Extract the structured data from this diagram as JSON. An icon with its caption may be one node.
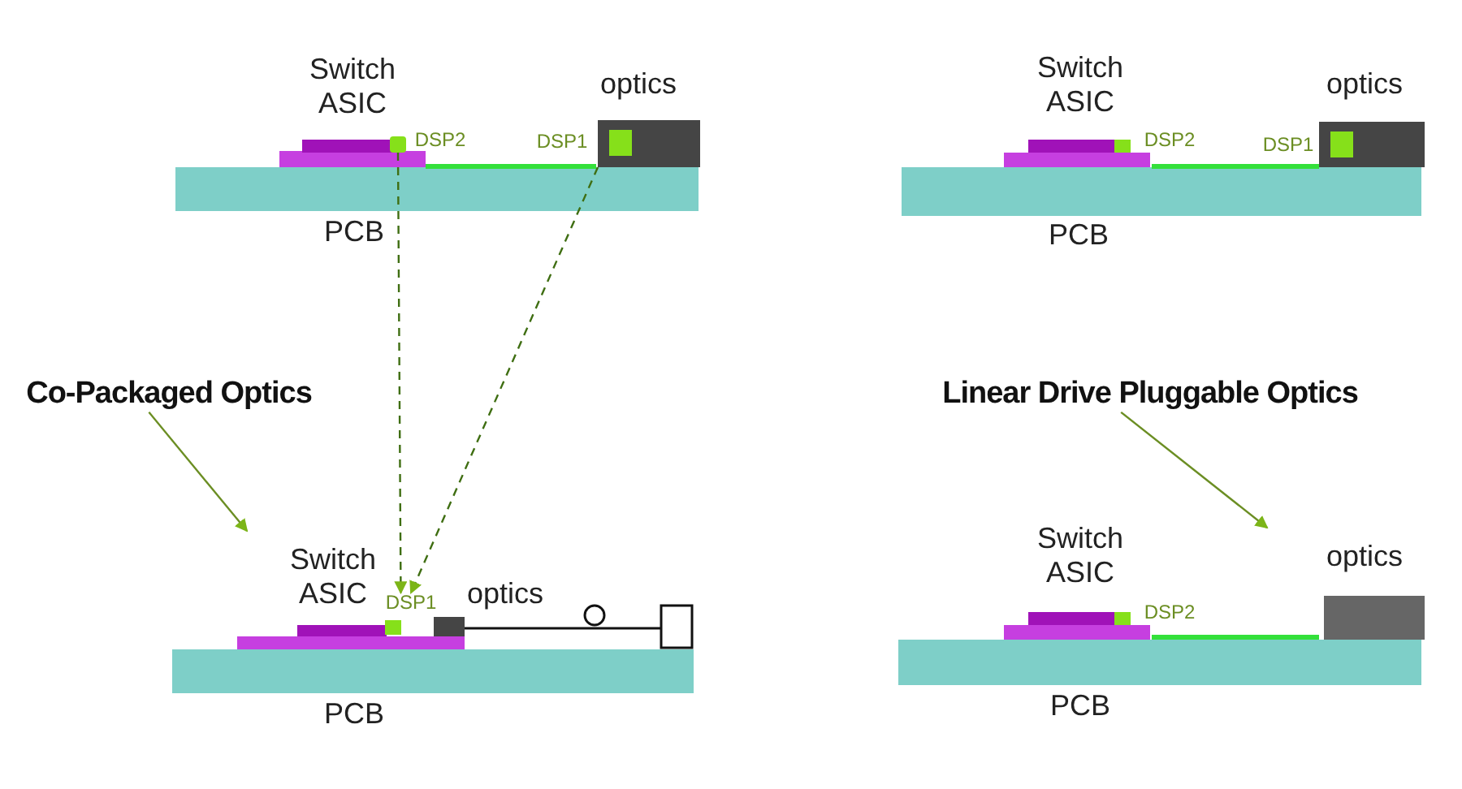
{
  "diagram": {
    "nodes": [
      {
        "text": [
          "Co-Packaged Optics"
        ]
      },
      {
        "text": [
          "Linear Drive Pluggable Optics"
        ]
      },
      {
        "text": [],
        "shape": "box"
      },
      {
        "text": [
          "optics"
        ]
      },
      {
        "text": [
          "DSP1"
        ]
      }
    ],
    "edges": [
      {
        "from": 2,
        "to": 4,
        "arrow": "to",
        "style": "dashed"
      },
      {
        "from": 3,
        "to": 4,
        "arrow": "to",
        "style": "dashed"
      },
      {
        "from": 0,
        "to": null,
        "arrow": "to"
      },
      {
        "from": 1,
        "to": null,
        "arrow": "to"
      }
    ],
    "labels": [
      "Switch ASIC",
      "DSP2",
      "DSP1",
      "PCB",
      "Switch ASIC",
      "optics",
      "DSP2",
      "DSP1",
      "PCB",
      "Switch ASIC",
      "optics",
      "PCB",
      "Switch ASIC",
      "optics",
      "DSP2",
      "PCB"
    ]
  }
}
